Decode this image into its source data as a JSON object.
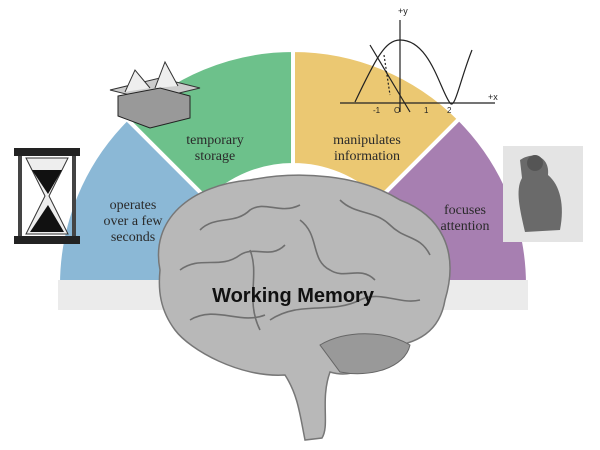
{
  "title": "Working Memory",
  "segments": [
    {
      "label_lines": [
        "operates",
        "over a few",
        "seconds"
      ],
      "color": "#8bb8d6"
    },
    {
      "label_lines": [
        "temporary",
        "storage"
      ],
      "color": "#6dc18b"
    },
    {
      "label_lines": [
        "manipulates",
        "information"
      ],
      "color": "#ebc872"
    },
    {
      "label_lines": [
        "focuses",
        "attention"
      ],
      "color": "#a77fb1"
    }
  ],
  "graph": {
    "y_axis": "+y",
    "x_axis": "+x",
    "ticks": [
      "-1",
      "O",
      "1",
      "2"
    ]
  }
}
